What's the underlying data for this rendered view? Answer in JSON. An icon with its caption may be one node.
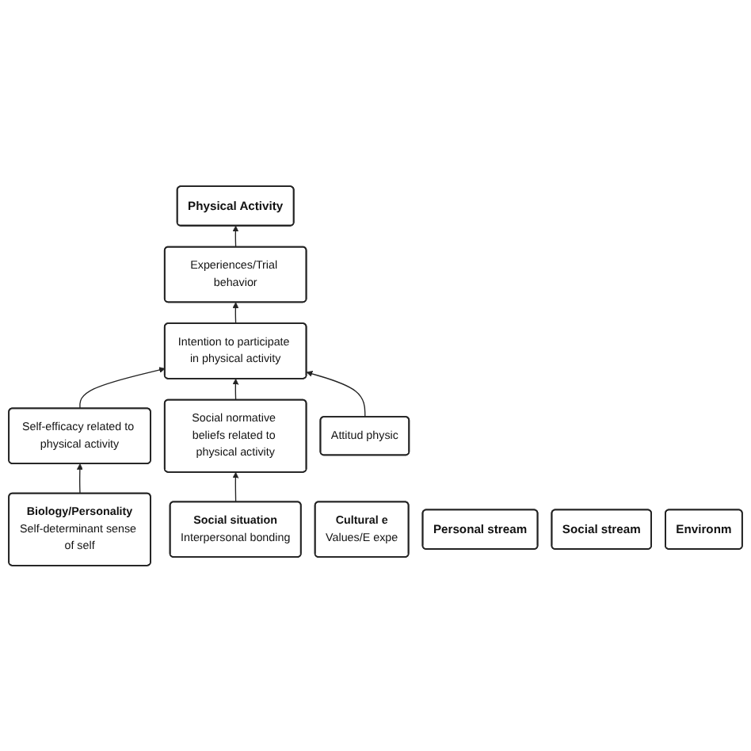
{
  "diagram": {
    "nodes": [
      {
        "text": [
          "Physical Activity"
        ]
      },
      {
        "text": [
          "Experiences/Trial behavior"
        ]
      },
      {
        "text": [
          "Intention to participate in physical activity"
        ]
      },
      {
        "text": [
          "Self-efficacy related to physical activity"
        ]
      },
      {
        "text": [
          "Social normative beliefs related to physical activity"
        ]
      },
      {
        "text": [
          "Attitud physic"
        ]
      },
      {
        "text": [
          "Biology/Personality",
          "Self-determinant sense of self"
        ]
      },
      {
        "text": [
          "Social situation",
          "Interpersonal bonding"
        ]
      },
      {
        "text": [
          "Cultural e",
          "Values/E expe"
        ]
      },
      {
        "text": [
          "Personal stream"
        ]
      },
      {
        "text": [
          "Social stream"
        ]
      },
      {
        "text": [
          "Environm"
        ]
      }
    ],
    "edges": [
      {
        "from": 1,
        "to": 0,
        "arrow": "to"
      },
      {
        "from": 2,
        "to": 1,
        "arrow": "to"
      },
      {
        "from": 3,
        "to": 2,
        "arrow": "to"
      },
      {
        "from": 4,
        "to": 2,
        "arrow": "to"
      },
      {
        "from": 5,
        "to": 2,
        "arrow": "to"
      },
      {
        "from": 6,
        "to": 3,
        "arrow": "to"
      },
      {
        "from": 7,
        "to": 4,
        "arrow": "to"
      }
    ]
  }
}
